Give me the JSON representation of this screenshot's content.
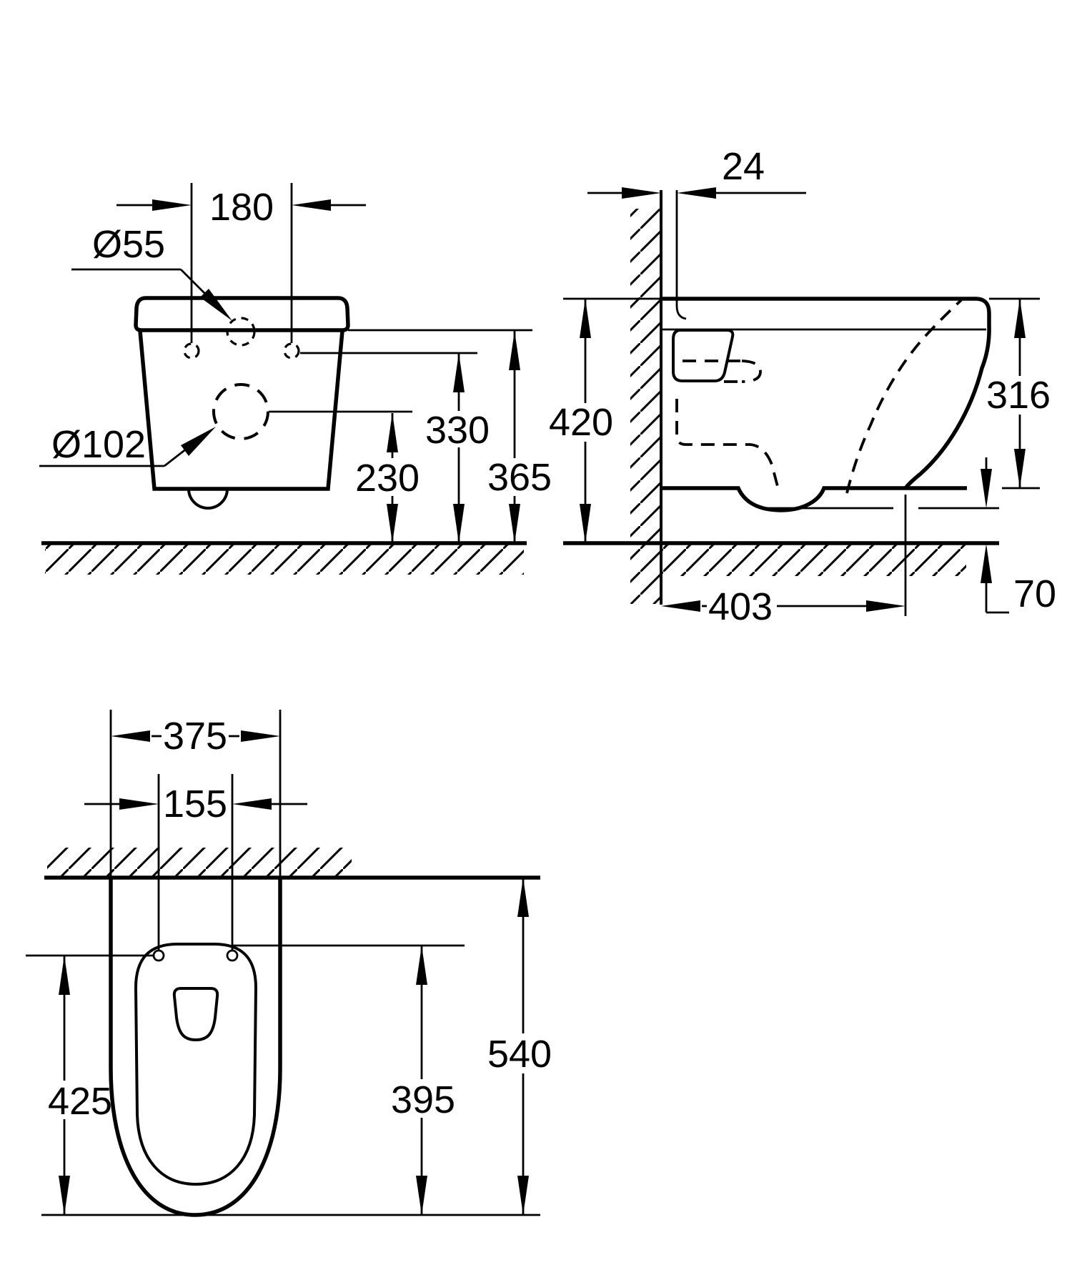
{
  "front": {
    "hole_spacing": "180",
    "flush_diameter": "Ø55",
    "drain_diameter": "Ø102",
    "holes_height": "330",
    "drain_height": "230",
    "rim_height": "365"
  },
  "side": {
    "wall_offset": "24",
    "total_height": "420",
    "front_height": "316",
    "drain_depth": "403",
    "bottom_clearance": "70"
  },
  "plan": {
    "bowl_width": "375",
    "hole_spacing": "155",
    "holes_to_front": "425",
    "seat_length": "395",
    "total_depth": "540"
  }
}
